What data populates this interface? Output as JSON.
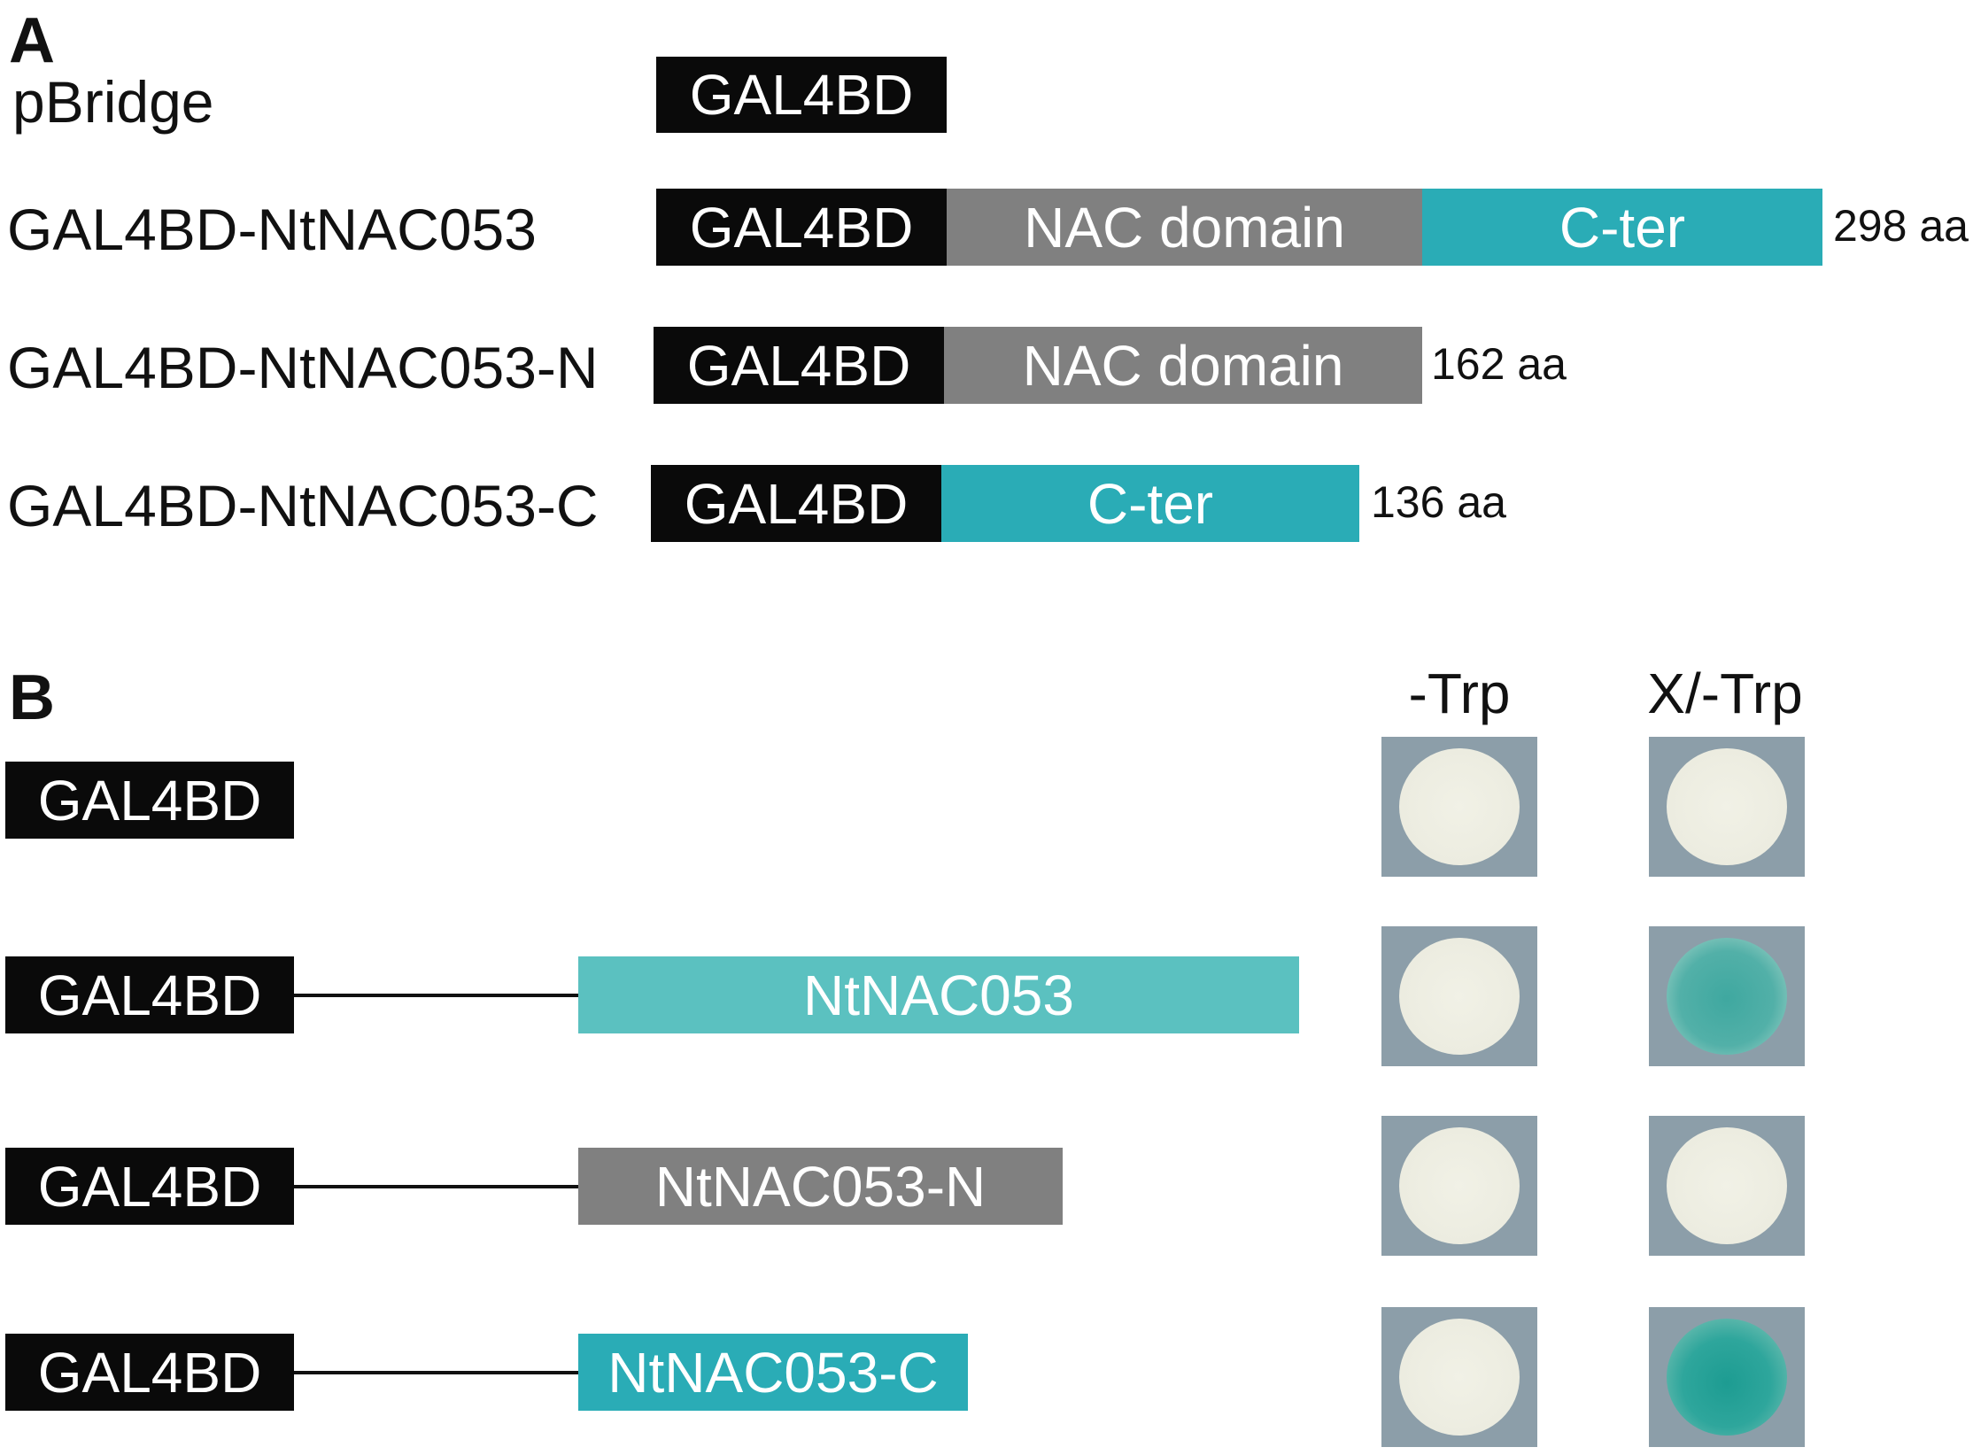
{
  "panel_a": {
    "letter": "A",
    "rows": [
      {
        "label": "pBridge",
        "segments": [
          "GAL4BD"
        ],
        "length": ""
      },
      {
        "label": "GAL4BD-NtNAC053",
        "segments": [
          "GAL4BD",
          "NAC domain",
          "C-ter"
        ],
        "length": "298 aa"
      },
      {
        "label": "GAL4BD-NtNAC053-N",
        "segments": [
          "GAL4BD",
          "NAC domain"
        ],
        "length": "162 aa"
      },
      {
        "label": "GAL4BD-NtNAC053-C",
        "segments": [
          "GAL4BD",
          "C-ter"
        ],
        "length": "136 aa"
      }
    ]
  },
  "panel_b": {
    "letter": "B",
    "columns": [
      "-Trp",
      "X/-Trp"
    ],
    "rows": [
      {
        "bd": "GAL4BD",
        "fusion": "",
        "trp": "white",
        "xtrp": "white"
      },
      {
        "bd": "GAL4BD",
        "fusion": "NtNAC053",
        "trp": "white",
        "xtrp": "blue"
      },
      {
        "bd": "GAL4BD",
        "fusion": "NtNAC053-N",
        "trp": "white",
        "xtrp": "white"
      },
      {
        "bd": "GAL4BD",
        "fusion": "NtNAC053-C",
        "trp": "white",
        "xtrp": "blue"
      }
    ]
  },
  "colors": {
    "gal4bd": "#0a0a0a",
    "nac_domain": "#808080",
    "c_ter": "#2aacb6",
    "full_length_fusion": "#5bc1c0",
    "plate": "#8c9ea9",
    "colony_white": "#ecece0",
    "colony_blue": "#2ea69c"
  }
}
